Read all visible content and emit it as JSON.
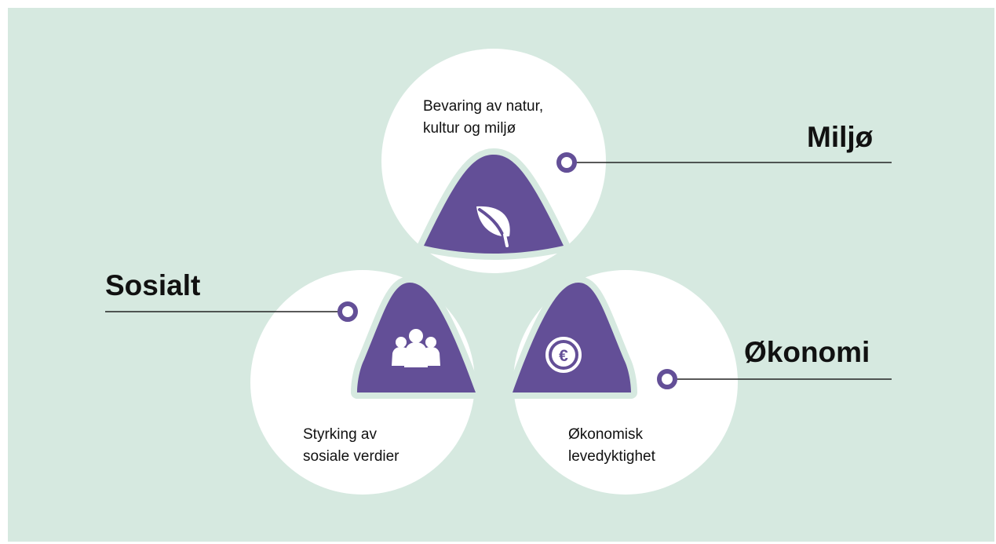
{
  "colors": {
    "background": "#d6e9e0",
    "circle": "#ffffff",
    "petal": "#634f97",
    "petal_border": "#d6e9e0",
    "connector_line": "#222222"
  },
  "pillars": {
    "environment": {
      "title": "Miljø",
      "description_line1": "Bevaring av natur,",
      "description_line2": "kultur og miljø",
      "icon": "leaf-icon"
    },
    "social": {
      "title": "Sosialt",
      "description_line1": "Styrking av",
      "description_line2": "sosiale verdier",
      "icon": "people-group-icon"
    },
    "economy": {
      "title": "Økonomi",
      "description_line1": "Økonomisk",
      "description_line2": "levedyktighet",
      "icon": "euro-coin-icon"
    }
  }
}
